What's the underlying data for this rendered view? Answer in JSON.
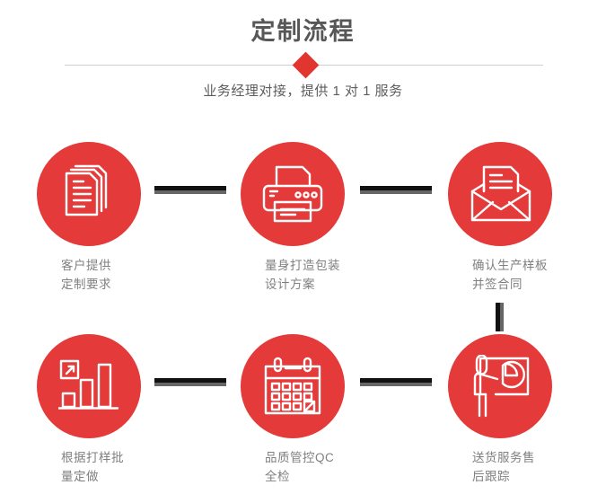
{
  "header": {
    "title": "定制流程",
    "subtitle": "业务经理对接，提供 1 对 1 服务",
    "accent_color": "#e0362f",
    "rule_color": "#cfcfcf"
  },
  "theme": {
    "circle_red": "#e43a3a",
    "connector_dark": "#111111",
    "connector_grey": "#666666",
    "title_color": "#575757",
    "label_color": "#808080"
  },
  "steps": [
    {
      "index": 1,
      "icon": "documents-stack-icon",
      "label": "客户提供\n定制要求"
    },
    {
      "index": 2,
      "icon": "printer-icon",
      "label": "量身打造包装\n设计方案"
    },
    {
      "index": 3,
      "icon": "envelope-letter-icon",
      "label": "确认生产样板\n并签合同"
    },
    {
      "index": 4,
      "icon": "bar-chart-growth-icon",
      "label": "根据打样批\n量定做"
    },
    {
      "index": 5,
      "icon": "calendar-icon",
      "label": "品质管控QC\n全检"
    },
    {
      "index": 6,
      "icon": "presentation-pie-chart-icon",
      "label": "送货服务售\n后跟踪"
    }
  ],
  "connectors": [
    {
      "name": "connector-step1-step2",
      "orientation": "horizontal"
    },
    {
      "name": "connector-step2-step3",
      "orientation": "horizontal"
    },
    {
      "name": "connector-step4-step5",
      "orientation": "horizontal"
    },
    {
      "name": "connector-step5-step6",
      "orientation": "horizontal"
    },
    {
      "name": "connector-step3-step6",
      "orientation": "vertical"
    }
  ]
}
